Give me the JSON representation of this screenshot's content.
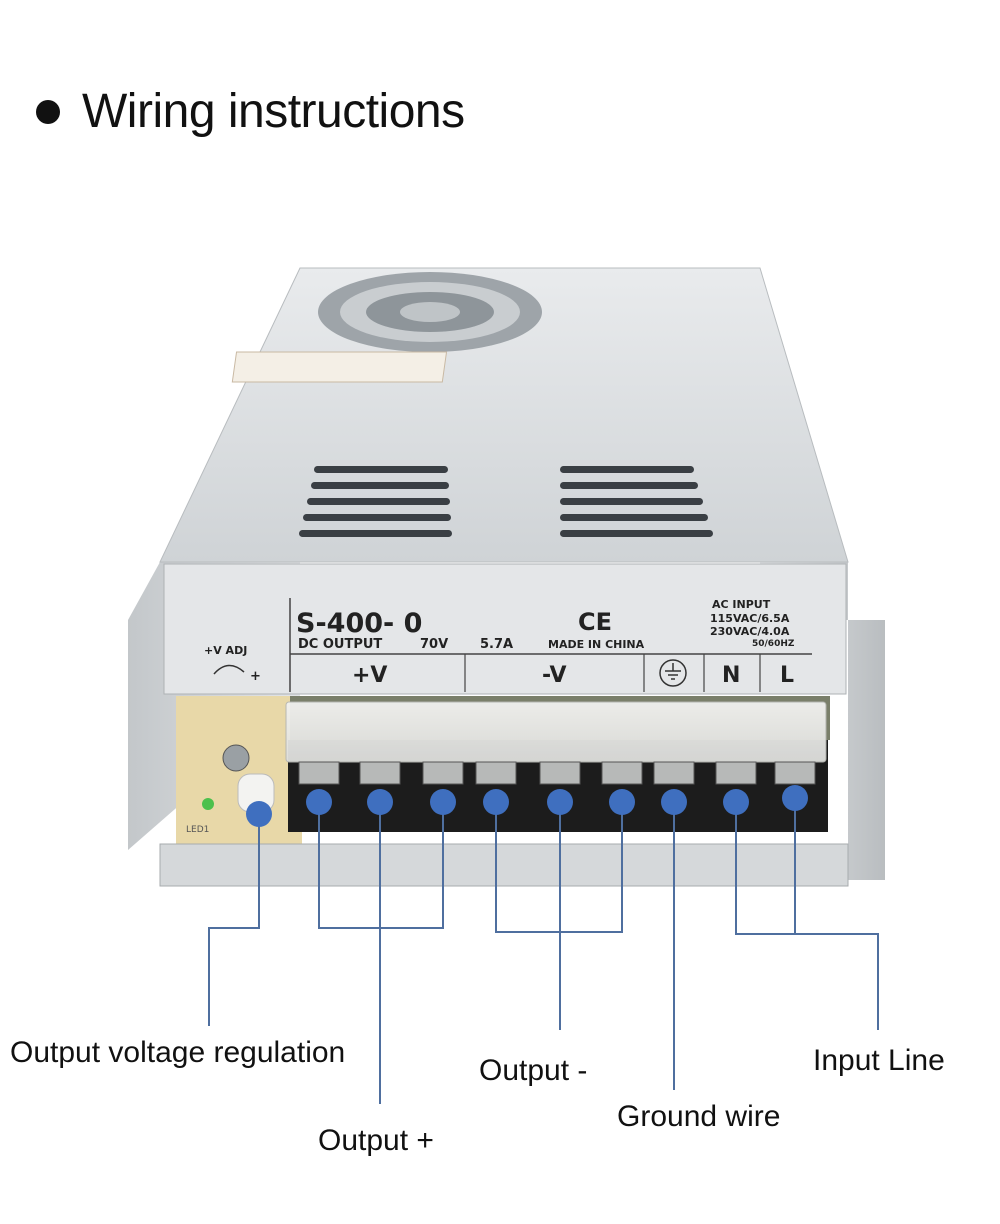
{
  "header": {
    "title": "Wiring instructions"
  },
  "unit": {
    "model": "S-400- 0",
    "ce_mark": "CE",
    "dc_output_label": "DC OUTPUT",
    "dc_voltage": "70V",
    "dc_current": "5.7A",
    "made_in": "MADE IN CHINA",
    "ac_input": [
      "AC INPUT",
      "115VAC/6.5A",
      "230VAC/4.0A",
      "50/60HZ"
    ],
    "adj_label": "+V ADJ",
    "adj_plus": "+",
    "terminal_labels": {
      "plus_v": "+V",
      "minus_v": "-V",
      "neutral": "N",
      "line": "L"
    },
    "led_label": "LED1"
  },
  "callouts": {
    "voltage_regulation": "Output voltage regulation",
    "output_plus": "Output +",
    "output_minus": "Output -",
    "ground": "Ground wire",
    "input_line": "Input Line"
  },
  "colors": {
    "marker": "#3f6fbf",
    "leader_line": "#4f6f9f",
    "casing": "#d6d9dc",
    "terminal_block": "#1c1c1c"
  }
}
